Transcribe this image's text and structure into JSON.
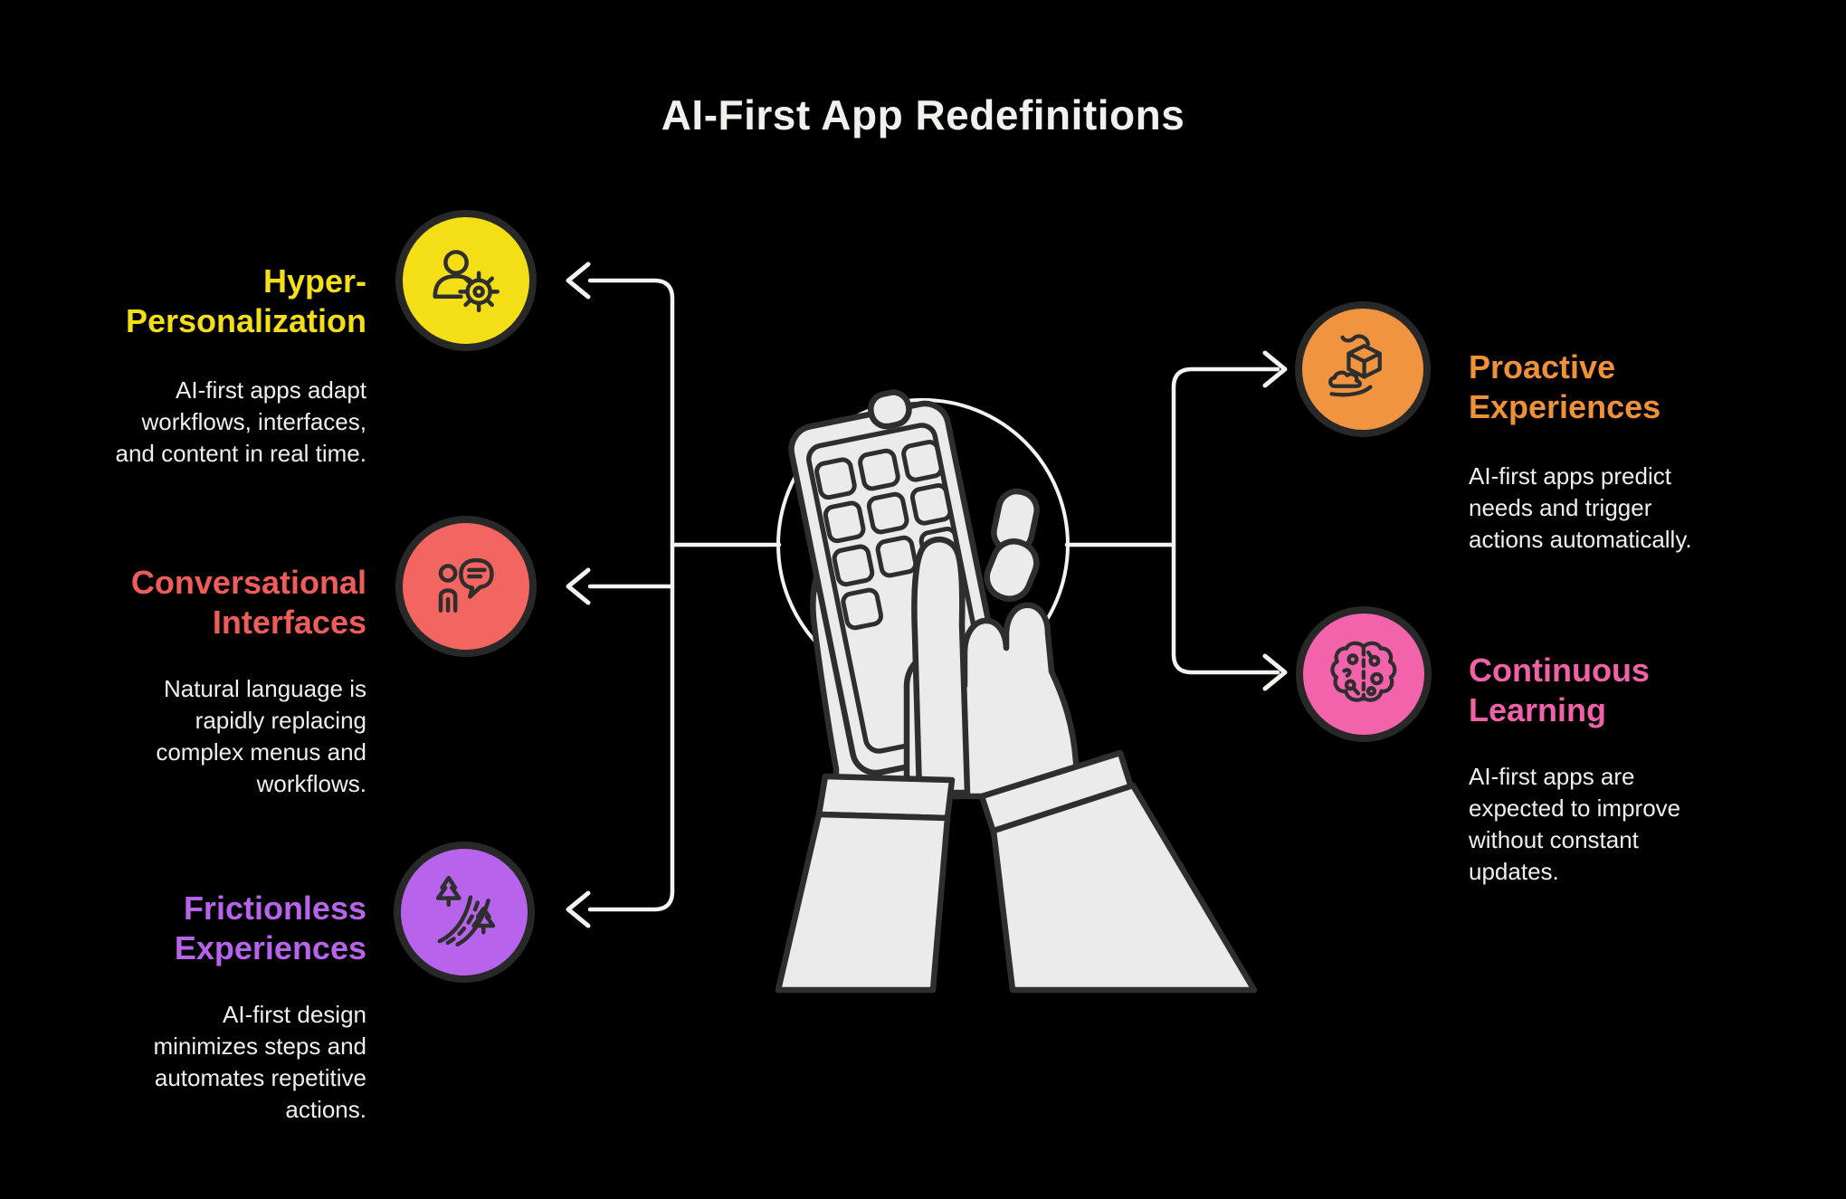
{
  "title": "AI-First App Redefinitions",
  "colors": {
    "background": "#000000",
    "body_text": "#F1EFEC",
    "connector_line": "#F5F2EF",
    "illustration_fill": "#EBEBEB",
    "illustration_stroke": "#2E2E2E",
    "yellow": "#F4DF16",
    "red": "#EF5D5B",
    "purple": "#B763EB",
    "orange": "#EF9138",
    "pink": "#F161A8"
  },
  "center": {
    "illustration": "hands-holding-smartphone"
  },
  "nodes": [
    {
      "id": "hyper-personalization",
      "side": "left",
      "title": "Hyper-\nPersonalization",
      "description": "AI-first apps adapt\nworkflows, interfaces,\nand content in real time.",
      "color": "#F4DF16",
      "icon": "user-gear-icon"
    },
    {
      "id": "conversational-interfaces",
      "side": "left",
      "title": "Conversational\nInterfaces",
      "description": "Natural language is\nrapidly replacing\ncomplex menus and\nworkflows.",
      "color": "#EF5D5B",
      "icon": "person-chat-icon"
    },
    {
      "id": "frictionless-experiences",
      "side": "left",
      "title": "Frictionless\nExperiences",
      "description": "AI-first design\nminimizes steps and\nautomates repetitive\nactions.",
      "color": "#B763EB",
      "icon": "road-trees-icon"
    },
    {
      "id": "proactive-experiences",
      "side": "right",
      "title": "Proactive\nExperiences",
      "description": "AI-first apps predict\nneeds and trigger\nactions automatically.",
      "color": "#EF9138",
      "icon": "package-cloud-icon"
    },
    {
      "id": "continuous-learning",
      "side": "right",
      "title": "Continuous\nLearning",
      "description": "AI-first apps are\nexpected to improve\nwithout constant\nupdates.",
      "color": "#F161A8",
      "icon": "brain-icon"
    }
  ]
}
